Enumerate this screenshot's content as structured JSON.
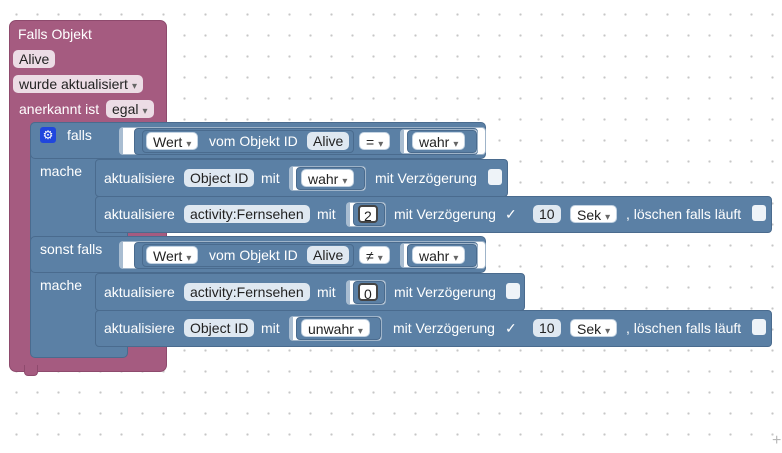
{
  "trigger": {
    "title": "Falls Objekt",
    "object": "Alive",
    "mode": "wurde aktualisiert",
    "acknowledged_label": "anerkannt ist",
    "acknowledged_value": "egal"
  },
  "if_block": {
    "if_label": "falls",
    "do_label": "mache",
    "else_if_label": "sonst falls",
    "do_label2": "mache"
  },
  "cond1": {
    "prop": "Wert",
    "of_label": "vom Objekt ID",
    "object": "Alive",
    "op": "=",
    "value": "wahr"
  },
  "cond2": {
    "prop": "Wert",
    "of_label": "vom Objekt ID",
    "object": "Alive",
    "op": "≠",
    "value": "wahr"
  },
  "set1": {
    "label": "aktualisiere",
    "object": "Object ID",
    "with_label": "mit",
    "value": "wahr",
    "delay_label": "mit Verzögerung"
  },
  "set2": {
    "label": "aktualisiere",
    "object": "activity:Fernsehen",
    "with_label": "mit",
    "value": "2",
    "delay_label": "mit Verzögerung",
    "check": "✓",
    "delay": "10",
    "unit": "Sek",
    "clear_label": ", löschen falls läuft"
  },
  "set3": {
    "label": "aktualisiere",
    "object": "activity:Fernsehen",
    "with_label": "mit",
    "value": "0",
    "delay_label": "mit Verzögerung"
  },
  "set4": {
    "label": "aktualisiere",
    "object": "Object ID",
    "with_label": "mit",
    "value": "unwahr",
    "delay_label": "mit Verzögerung",
    "check": "✓",
    "delay": "10",
    "unit": "Sek",
    "clear_label": ", löschen falls läuft"
  },
  "colors": {
    "event_block": "#a55b80",
    "logic_block": "#5b80a5",
    "mutator_icon": "#2046dd"
  },
  "icons": {
    "mutator": "gear-icon",
    "dropdown": "chevron-down-icon",
    "workspace": "plus-icon"
  }
}
